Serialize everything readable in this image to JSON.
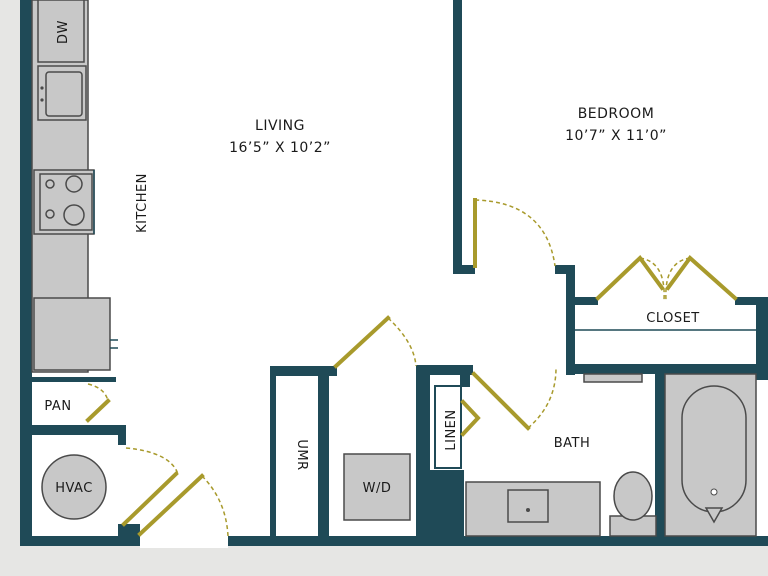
{
  "rooms": {
    "living": {
      "name": "LIVING",
      "dims": "16’5” X 10’2”"
    },
    "bedroom": {
      "name": "BEDROOM",
      "dims": "10’7” X 11’0”"
    },
    "kitchen": {
      "name": "KITCHEN"
    },
    "closet": {
      "name": "CLOSET"
    },
    "bath": {
      "name": "BATH"
    },
    "linen": {
      "name": "LINEN"
    },
    "umr": {
      "name": "UMR"
    },
    "pantry": {
      "name": "PAN"
    },
    "hvac": {
      "name": "HVAC"
    },
    "washer_dryer": {
      "name": "W/D"
    },
    "dishwasher": {
      "name": "DW"
    }
  },
  "colors": {
    "wall": "#1f4a57",
    "door": "#a89a2c",
    "fixture": "#c8c8c8",
    "background": "#e6e6e4",
    "floor": "#ffffff"
  }
}
